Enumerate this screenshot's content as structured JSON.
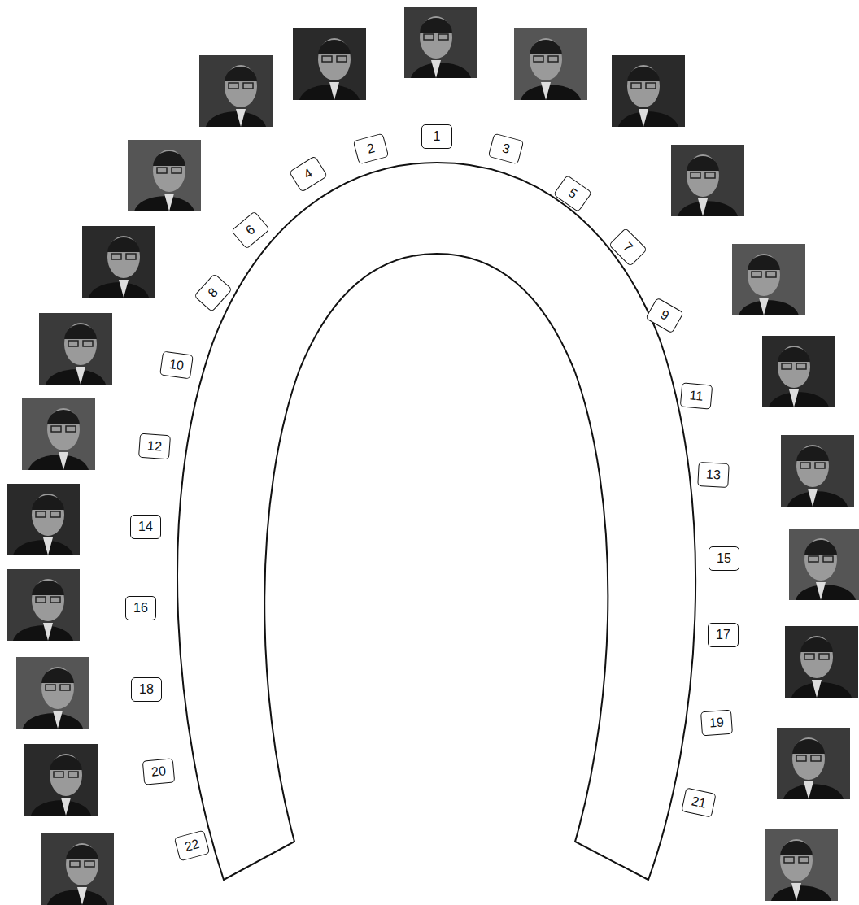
{
  "diagram": {
    "nodes": [
      {
        "text": [
          "1"
        ]
      },
      {
        "text": [
          "2"
        ]
      },
      {
        "text": [
          "3"
        ]
      },
      {
        "text": [
          "4"
        ]
      },
      {
        "text": [
          "5"
        ]
      },
      {
        "text": [
          "6"
        ]
      },
      {
        "text": [
          "7"
        ]
      },
      {
        "text": [
          "8"
        ]
      },
      {
        "text": [
          "9"
        ]
      },
      {
        "text": [
          "10"
        ]
      },
      {
        "text": [
          "11"
        ]
      },
      {
        "text": [
          "12"
        ]
      },
      {
        "text": [
          "13"
        ]
      },
      {
        "text": [
          "14"
        ]
      },
      {
        "text": [
          "15"
        ]
      },
      {
        "text": [
          "16"
        ]
      },
      {
        "text": [
          "17"
        ]
      },
      {
        "text": [
          "18"
        ]
      },
      {
        "text": [
          "19"
        ]
      },
      {
        "text": [
          "20"
        ]
      },
      {
        "text": [
          "21"
        ]
      },
      {
        "text": [
          "22"
        ]
      }
    ]
  }
}
